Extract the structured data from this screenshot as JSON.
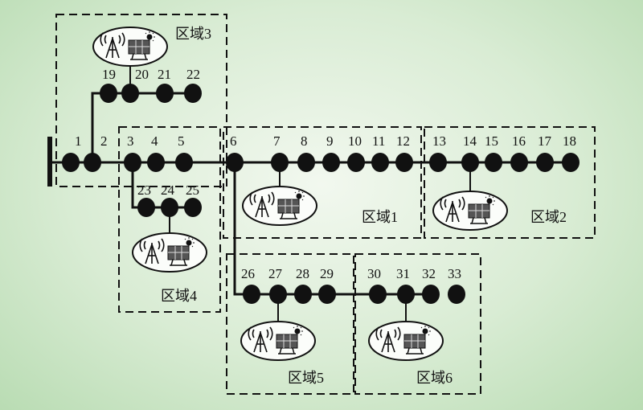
{
  "regions": [
    {
      "id": "r1",
      "label": "区域1"
    },
    {
      "id": "r2",
      "label": "区域2"
    },
    {
      "id": "r3",
      "label": "区域3"
    },
    {
      "id": "r4",
      "label": "区域4"
    },
    {
      "id": "r5",
      "label": "区域5"
    },
    {
      "id": "r6",
      "label": "区域6"
    }
  ],
  "node_labels": [
    "1",
    "2",
    "3",
    "4",
    "5",
    "6",
    "7",
    "8",
    "9",
    "10",
    "11",
    "12",
    "13",
    "14",
    "15",
    "16",
    "17",
    "18",
    "19",
    "20",
    "21",
    "22",
    "23",
    "24",
    "25",
    "26",
    "27",
    "28",
    "29",
    "30",
    "31",
    "32",
    "33"
  ],
  "icons": [
    "antenna-icon",
    "solar-panel-icon"
  ],
  "colors": {
    "line": "#111111",
    "node": "#111111",
    "background": "#cfe6c9"
  }
}
